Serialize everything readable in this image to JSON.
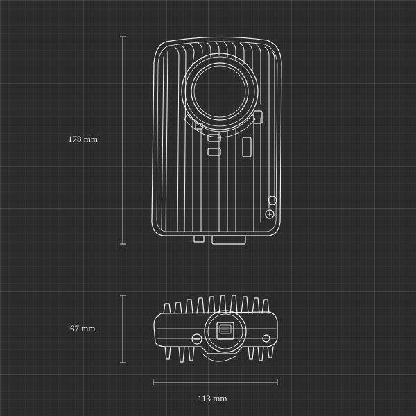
{
  "dimensions": {
    "height_front": "178 mm",
    "height_bottom": "67 mm",
    "width": "113 mm"
  },
  "colors": {
    "background": "#2b2b2b",
    "line": "#f2f2f2",
    "dimension_line": "#d0d0d0"
  }
}
